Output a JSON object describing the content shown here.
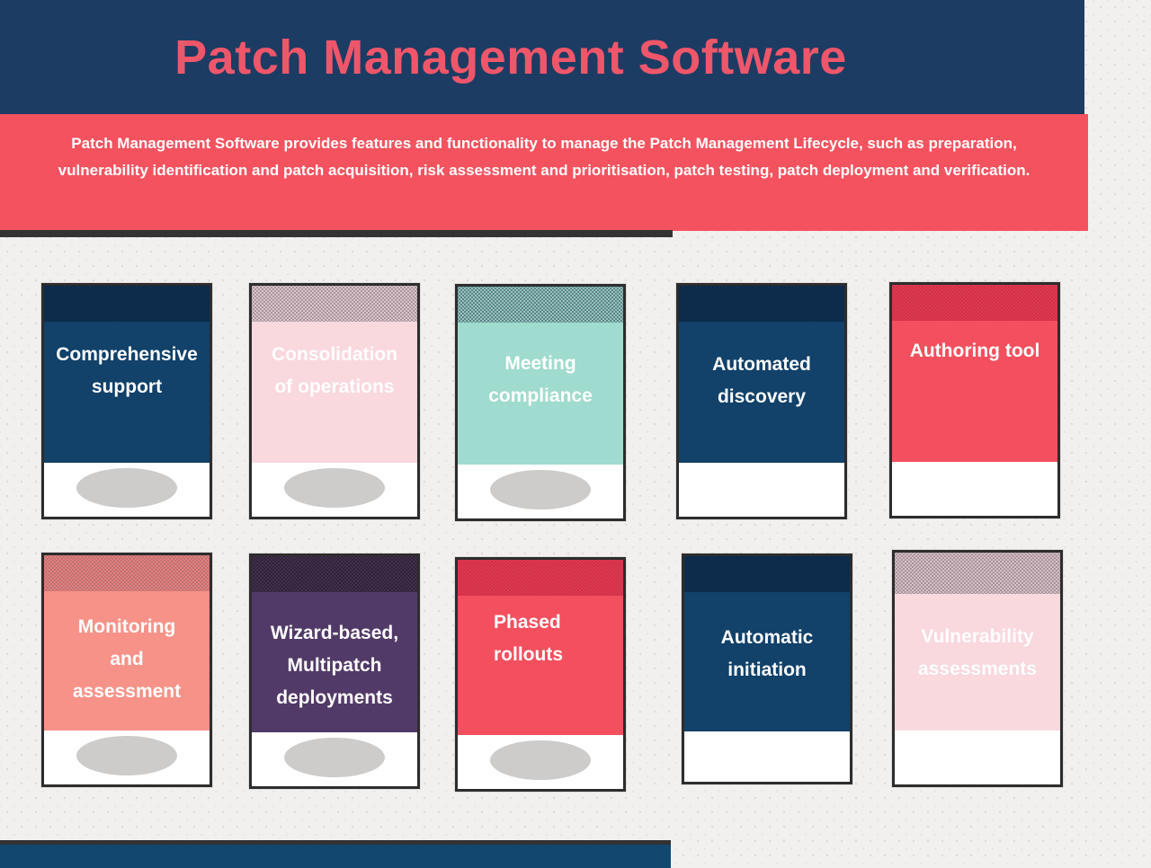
{
  "theme": {
    "page_bg": "#f1f0ef",
    "header_bg": "#1c3c63",
    "title_color": "#f0566a",
    "banner_bg": "#f4525f",
    "banner_text_color": "#ffffff",
    "divider_color": "#333333",
    "bottom_bar_bg": "#12476f",
    "bottom_bar_edge": "#333333",
    "card_border": "#2d2d2d",
    "ellipse_color": "#cdcccb",
    "footer_white": "#ffffff"
  },
  "header": {
    "title": "Patch Management Software"
  },
  "banner": {
    "text": "Patch Management Software provides features and functionality to manage the Patch Management Lifecycle, such as preparation, vulnerability identification and patch acquisition, risk assessment and prioritisation, patch testing, patch deployment and verification."
  },
  "cards": [
    {
      "label": "Comprehensive\nsupport",
      "body_color": "#124169",
      "strip_color": "#0e3054",
      "strip_dot_color": "#0b2947",
      "text_color": "#ffffff",
      "ellipse": true
    },
    {
      "label": "Consolidation\nof operations",
      "body_color": "#f9d8de",
      "strip_color": "#eccdd4",
      "strip_dot_color": "#a3969c",
      "text_color": "#ffffff",
      "ellipse": true
    },
    {
      "label": "Meeting\ncompliance",
      "body_color": "#9fdbce",
      "strip_color": "#9bd6c9",
      "strip_dot_color": "#5f7f88",
      "text_color": "#ffffff",
      "ellipse": true
    },
    {
      "label": "Automated\ndiscovery",
      "body_color": "#124169",
      "strip_color": "#0e3054",
      "strip_dot_color": "#0b2947",
      "text_color": "#ffffff",
      "ellipse": false
    },
    {
      "label": "Authoring tool",
      "body_color": "#f44f5e",
      "strip_color": "#e13b51",
      "strip_dot_color": "#cf3049",
      "text_color": "#ffffff",
      "ellipse": false
    },
    {
      "label": "Monitoring\nand\nassessment",
      "body_color": "#f79289",
      "strip_color": "#f0807b",
      "strip_dot_color": "#b97477",
      "text_color": "#ffffff",
      "ellipse": true
    },
    {
      "label": "Wizard-based,\nMultipatch\ndeployments",
      "body_color": "#523a68",
      "strip_color": "#4a3158",
      "strip_dot_color": "#2c2433",
      "text_color": "#ffffff",
      "ellipse": true
    },
    {
      "label": "Phased\nrollouts",
      "body_color": "#f44f5e",
      "strip_color": "#e13b51",
      "strip_dot_color": "#cf3049",
      "text_color": "#ffffff",
      "ellipse": true
    },
    {
      "label": "Automatic\ninitiation",
      "body_color": "#124169",
      "strip_color": "#0e3054",
      "strip_dot_color": "#0b2947",
      "text_color": "#ffffff",
      "ellipse": false
    },
    {
      "label": "Vulnerability\nassessments",
      "body_color": "#f9d8de",
      "strip_color": "#e4c4cb",
      "strip_dot_color": "#a3969c",
      "text_color": "#ffffff",
      "ellipse": false
    }
  ]
}
